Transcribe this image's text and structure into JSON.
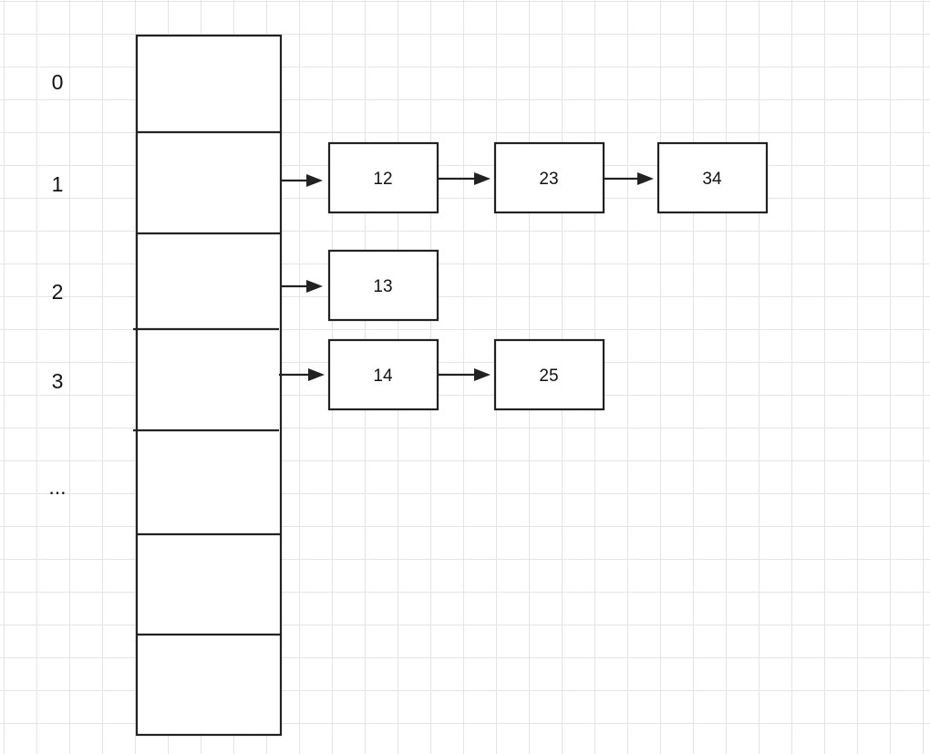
{
  "diagram": {
    "index_labels": [
      "0",
      "1",
      "2",
      "3",
      "..."
    ],
    "bucket_count": 7,
    "chains": [
      {
        "bucket": "1",
        "nodes": [
          "12",
          "23",
          "34"
        ]
      },
      {
        "bucket": "2",
        "nodes": [
          "13"
        ]
      },
      {
        "bucket": "3",
        "nodes": [
          "14",
          "25"
        ]
      }
    ],
    "colors": {
      "stroke": "#222222",
      "grid": "#e4e4e4",
      "background": "#ffffff"
    }
  }
}
